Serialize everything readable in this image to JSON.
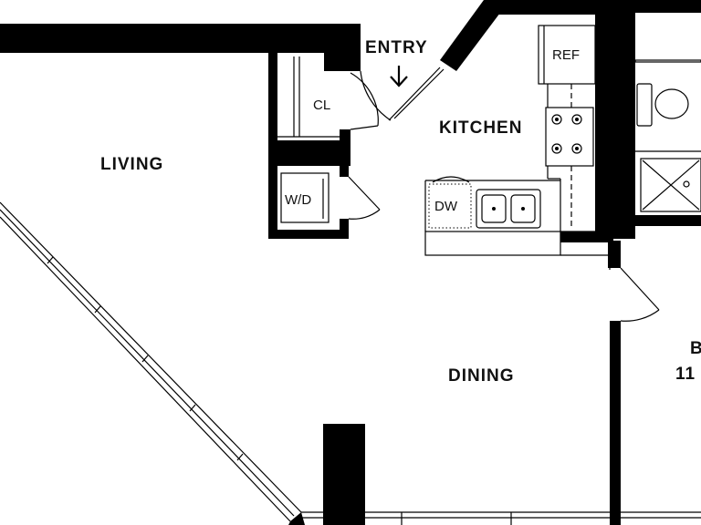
{
  "rooms": {
    "entry": "ENTRY",
    "kitchen": "KITCHEN",
    "living": "LIVING",
    "dining": "DINING",
    "bedroom_partial": "B",
    "bedroom_dims_partial": "11"
  },
  "fixtures": {
    "closet": "CL",
    "washer_dryer": "W/D",
    "refrigerator": "REF",
    "dishwasher": "DW"
  },
  "icons": {
    "entry_arrow": "arrow-down-icon"
  }
}
